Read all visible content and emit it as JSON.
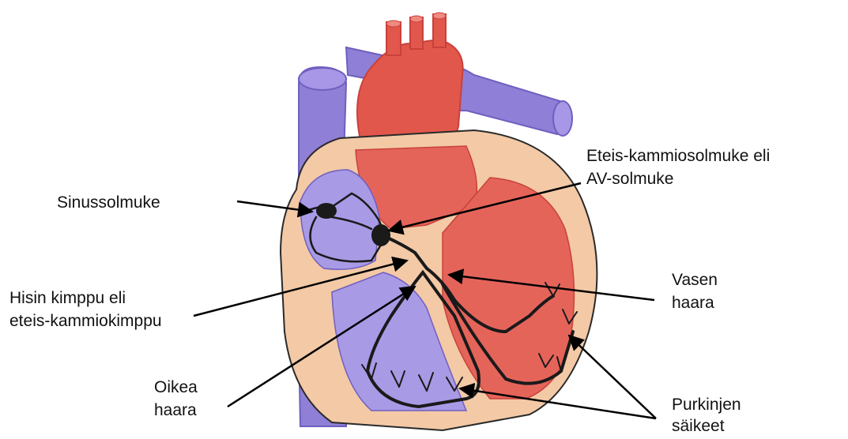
{
  "labels": {
    "sinus": "Sinussolmuke",
    "av_line1": "Eteis-kammiosolmuke eli",
    "av_line2": "AV-solmuke",
    "his_line1": "Hisin kimppu eli",
    "his_line2": "eteis-kammiokimppu",
    "left_line1": "Vasen",
    "left_line2": "haara",
    "right_line1": "Oikea",
    "right_line2": "haara",
    "purkinje_line1": "Purkinjen",
    "purkinje_line2": "säikeet"
  },
  "colors": {
    "vein": "#8f7fd6",
    "vein_shadow": "#6f5fbf",
    "artery": "#e2574c",
    "artery_dark": "#c8413a",
    "wall": "#f3c9a6",
    "wall_edge": "#2a2a2a",
    "right_chamber": "#a99ae6",
    "left_chamber": "#e5645a",
    "conduction": "#1a1a1a"
  }
}
